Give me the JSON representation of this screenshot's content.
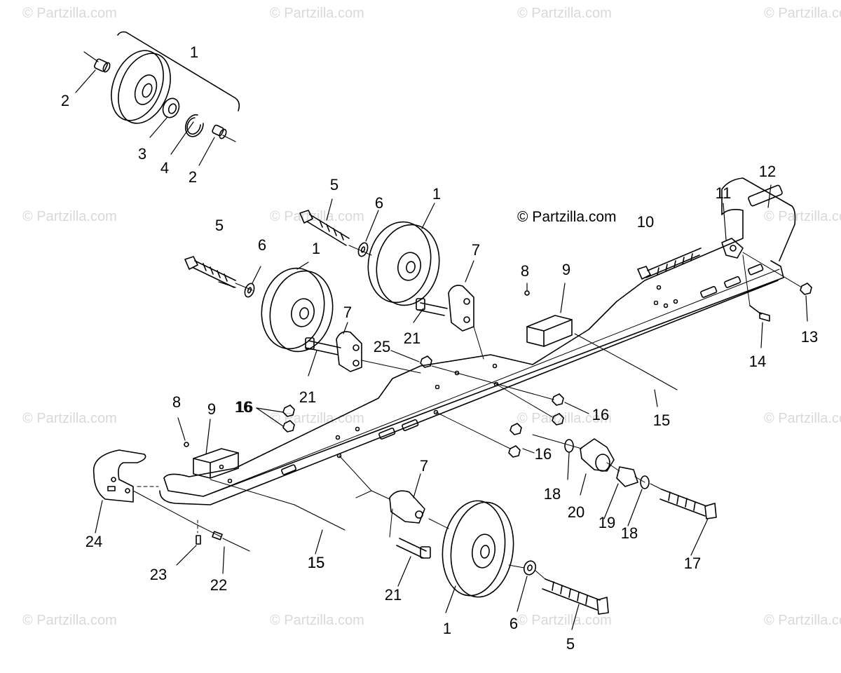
{
  "watermark": "© Partzilla.com",
  "copyright": "© Partzilla.com",
  "callouts": [
    "1",
    "2",
    "3",
    "4",
    "2",
    "5",
    "6",
    "1",
    "5",
    "6",
    "1",
    "7",
    "7",
    "21",
    "21",
    "25",
    "8",
    "9",
    "10",
    "11",
    "12",
    "13",
    "14",
    "15",
    "16",
    "16",
    "16",
    "8",
    "9",
    "16",
    "15",
    "7",
    "18",
    "20",
    "19",
    "18",
    "17",
    "24",
    "23",
    "22",
    "15",
    "21",
    "1",
    "6",
    "5"
  ]
}
